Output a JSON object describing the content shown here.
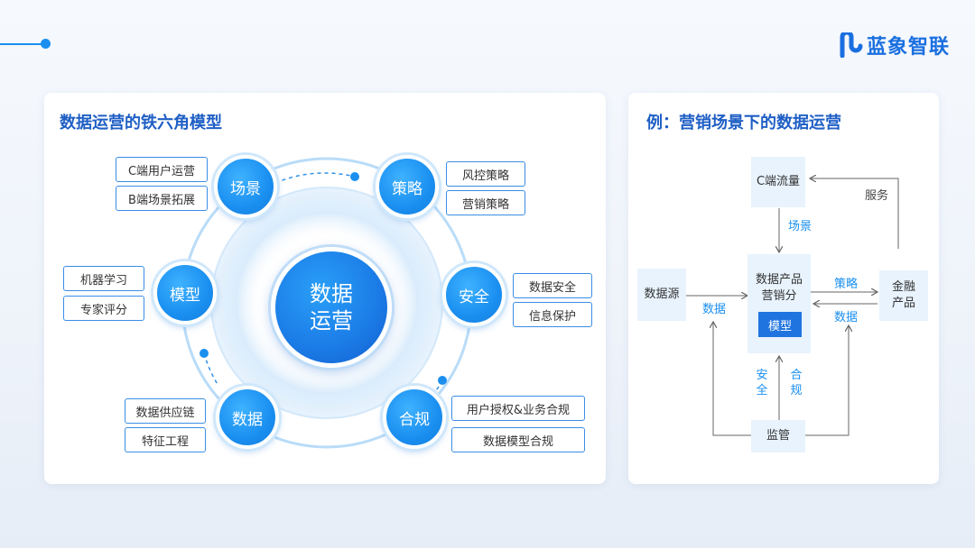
{
  "brand": {
    "name": "蓝象智联",
    "color": "#1a6fe0"
  },
  "accent_color": "#1a8ff0",
  "left_panel": {
    "title": "数据运营的铁六角模型",
    "center": {
      "line1": "数据",
      "line2": "运营"
    },
    "nodes": {
      "scene": "场景",
      "strategy": "策略",
      "security": "安全",
      "compliance": "合规",
      "data": "数据",
      "model": "模型"
    },
    "tags": {
      "scene_1": "C端用户运营",
      "scene_2": "B端场景拓展",
      "strategy_1": "风控策略",
      "strategy_2": "营销策略",
      "security_1": "数据安全",
      "security_2": "信息保护",
      "compliance_1": "用户授权&业务合规",
      "compliance_2": "数据模型合规",
      "data_1": "数据供应链",
      "data_2": "特征工程",
      "model_1": "机器学习",
      "model_2": "专家评分"
    }
  },
  "right_panel": {
    "title": "例：营销场景下的数据运营",
    "boxes": {
      "c_traffic": "C端流量",
      "data_source": "数据源",
      "product_score": "数据产品营销分",
      "model_btn": "模型",
      "finance_product": "金融产品",
      "regulation": "监管"
    },
    "labels": {
      "scene": "场景",
      "service": "服务",
      "data_left": "数据",
      "strategy": "策略",
      "data_right": "数据",
      "security": "安全",
      "compliance": "合规"
    }
  }
}
